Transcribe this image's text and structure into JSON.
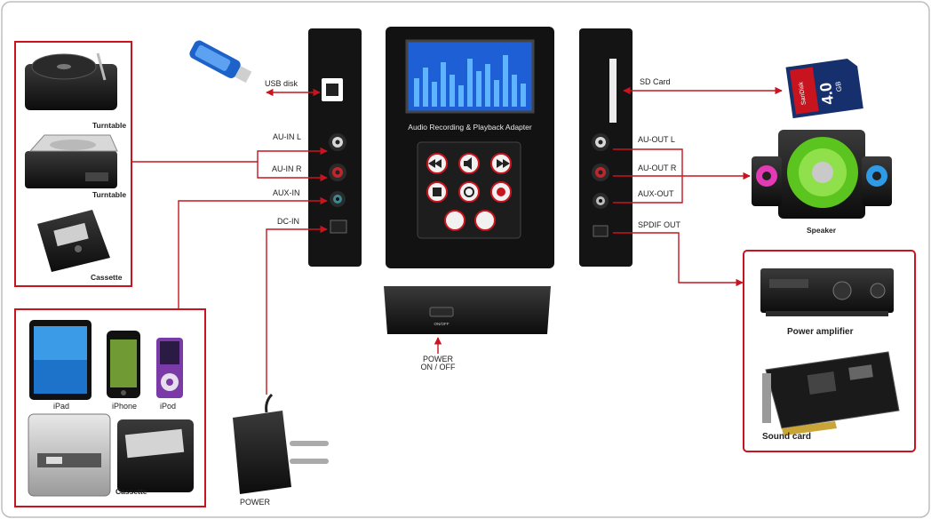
{
  "diagram": {
    "device_title": "Audio Recording & Playback Adapter",
    "power_button_mark": "ON/OFF",
    "labels": {
      "usb_disk": "USB disk",
      "au_in_l": "AU-IN L",
      "au_in_r": "AU-IN R",
      "aux_in": "AUX-IN",
      "dc_in": "DC-IN",
      "sd_card": "SD Card",
      "au_out_l": "AU-OUT L",
      "au_out_r": "AU-OUT R",
      "aux_out": "AUX-OUT",
      "spdif_out": "SPDIF OUT",
      "power_on_off_1": "POWER",
      "power_on_off_2": "ON / OFF",
      "power_adapter": "POWER"
    },
    "sources": {
      "turntable_1": "Turntable",
      "turntable_2": "Turntable",
      "cassette_1": "Cassette",
      "ipad": "iPad",
      "iphone": "iPhone",
      "ipod": "iPod",
      "cassette_2": "Cassette"
    },
    "outputs": {
      "sd_capacity": "4.0",
      "sd_unit": "GB",
      "sd_brand": "SanDisk",
      "speaker": "Speaker",
      "power_amplifier": "Power amplifier",
      "sound_card": "Sound card"
    },
    "colors": {
      "link": "#c8141e",
      "device": "#151515",
      "screen": "#1f5fd6",
      "frame": "#c8141e"
    }
  }
}
